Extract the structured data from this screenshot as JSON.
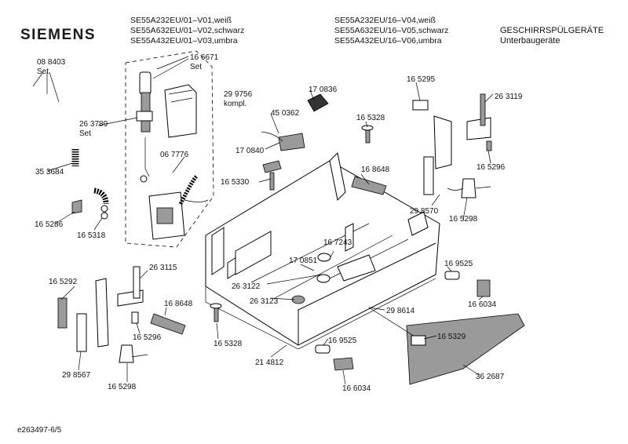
{
  "header": {
    "brand": "SIEMENS",
    "models_left": [
      "SE55A232EU/01–V01,weiß",
      "SE55A632EU/01–V02,schwarz",
      "SE55A432EU/01–V03,umbra"
    ],
    "models_right": [
      "SE55A232EU/16–V04,weiß",
      "SE55A632EU/16–V05,schwarz",
      "SE55A432EU/16–V06,umbra"
    ],
    "title_line1": "GESCHIRRSPÜLGERÄTE",
    "title_line2": "Unterbaugeräte"
  },
  "footer": {
    "code": "e263497-6/5"
  },
  "parts": [
    {
      "id": "088403",
      "label": "08 8403"
    },
    {
      "id": "088403-set",
      "label": "Set"
    },
    {
      "id": "166671",
      "label": "16 6671"
    },
    {
      "id": "166671-set",
      "label": "Set"
    },
    {
      "id": "299756",
      "label": "29 9756"
    },
    {
      "id": "299756-kompl",
      "label": "kompl."
    },
    {
      "id": "170836",
      "label": "17 0836"
    },
    {
      "id": "450362",
      "label": "45 0362"
    },
    {
      "id": "165295",
      "label": "16 5295"
    },
    {
      "id": "263119",
      "label": "26 3119"
    },
    {
      "id": "263789",
      "label": "26 3789"
    },
    {
      "id": "263789-set",
      "label": "Set"
    },
    {
      "id": "170840",
      "label": "17 0840"
    },
    {
      "id": "165328-top",
      "label": "16 5328"
    },
    {
      "id": "067776",
      "label": "06 7776"
    },
    {
      "id": "353684",
      "label": "35 3684"
    },
    {
      "id": "165296-right",
      "label": "16 5296"
    },
    {
      "id": "165330",
      "label": "16 5330"
    },
    {
      "id": "168648-mid",
      "label": "16 8648"
    },
    {
      "id": "165286",
      "label": "16 5286"
    },
    {
      "id": "165318",
      "label": "16 5318"
    },
    {
      "id": "298570",
      "label": "29 8570"
    },
    {
      "id": "165298-right",
      "label": "16 5298"
    },
    {
      "id": "167243",
      "label": "16 7243"
    },
    {
      "id": "165292",
      "label": "16 5292"
    },
    {
      "id": "263115",
      "label": "26 3115"
    },
    {
      "id": "170851",
      "label": "17 0851"
    },
    {
      "id": "169525-right",
      "label": "16 9525"
    },
    {
      "id": "263122",
      "label": "26 3122"
    },
    {
      "id": "263123",
      "label": "26 3123"
    },
    {
      "id": "168648-left",
      "label": "16 8648"
    },
    {
      "id": "166034-right",
      "label": "16 6034"
    },
    {
      "id": "298614",
      "label": "29 8614"
    },
    {
      "id": "165296-left",
      "label": "16 5296"
    },
    {
      "id": "165328-bottom",
      "label": "16 5328"
    },
    {
      "id": "165329",
      "label": "16 5329"
    },
    {
      "id": "169525-bottom",
      "label": "16 9525"
    },
    {
      "id": "298567",
      "label": "29 8567"
    },
    {
      "id": "214812",
      "label": "21 4812"
    },
    {
      "id": "165298-left",
      "label": "16 5298"
    },
    {
      "id": "166034-bottom",
      "label": "16 6034"
    },
    {
      "id": "362687",
      "label": "36 2687"
    }
  ]
}
